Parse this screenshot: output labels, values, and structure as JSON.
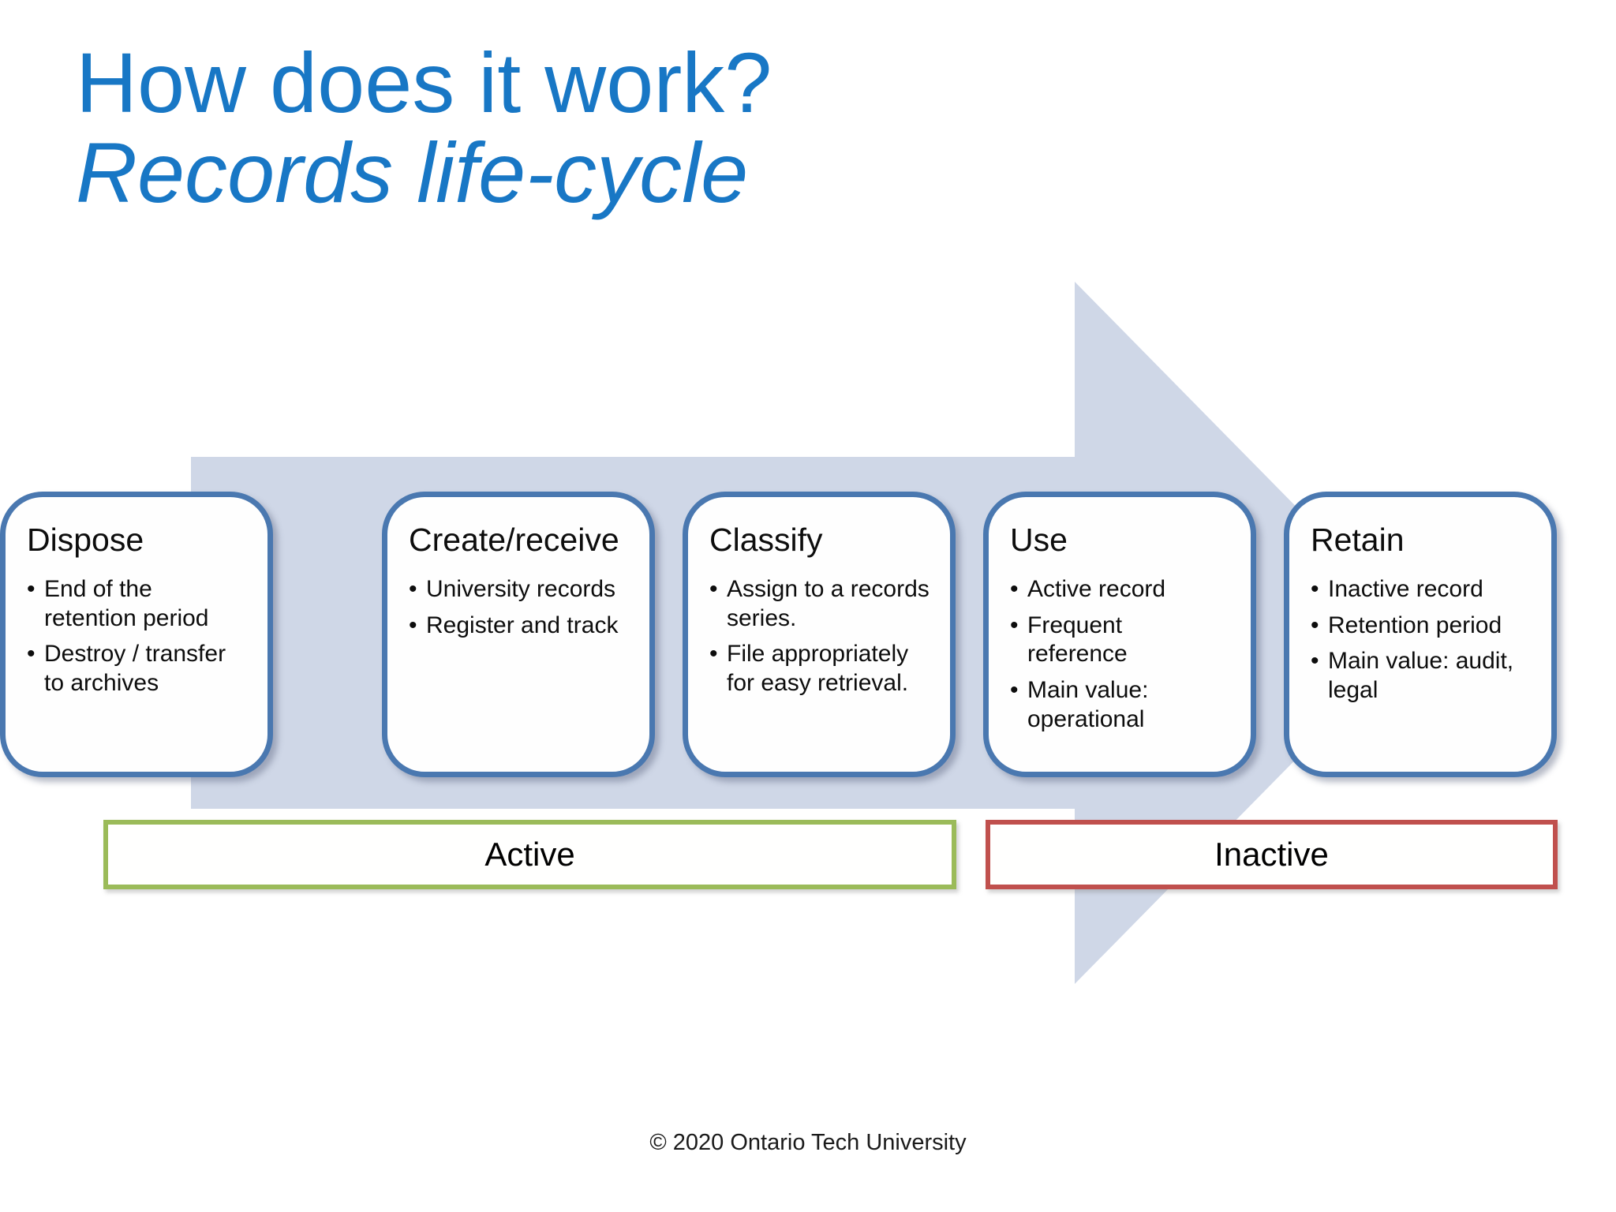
{
  "slide": {
    "title": "How does it work?",
    "subtitle": "Records life-cycle",
    "footer": "© 2020 Ontario Tech University"
  },
  "colors": {
    "title_blue": "#1877C5",
    "stage_border_blue": "#4A78B0",
    "arrow_fill": "#CFD7E7",
    "active_border_green": "#9BBB59",
    "inactive_border_red": "#C0504D"
  },
  "stages": [
    {
      "title": "Create/receive",
      "bullets": [
        "University records",
        "Register and track"
      ]
    },
    {
      "title": "Classify",
      "bullets": [
        "Assign to a records\nseries.",
        "File appropriately\nfor easy retrieval."
      ]
    },
    {
      "title": "Use",
      "bullets": [
        "Active record",
        "Frequent\nreference",
        "Main value:\noperational"
      ]
    },
    {
      "title": "Retain",
      "bullets": [
        "Inactive record",
        "Retention period",
        "Main value: audit,\nlegal"
      ]
    },
    {
      "title": "Dispose",
      "bullets": [
        "End of the\nretention period",
        "Destroy / transfer\nto archives"
      ]
    }
  ],
  "phases": {
    "active_label": "Active",
    "inactive_label": "Inactive"
  }
}
